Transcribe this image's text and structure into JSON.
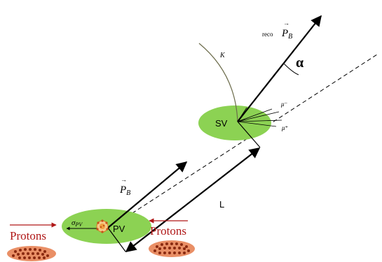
{
  "labels": {
    "pv": "PV",
    "sv": "SV",
    "sigma_pv": "σ",
    "sigma_pv_sub": "PV",
    "length": "L",
    "alpha": "α",
    "kaon": "K",
    "muon_minus": "μ⁻",
    "muon_plus": "μ⁺",
    "pb_symbol": "P",
    "pb_sub": "B",
    "pb_arrow": "→",
    "reco_prefix": "reco",
    "reco_symbol": "P",
    "reco_sub": "B",
    "reco_arrow": "→",
    "protons_left": "Protons",
    "protons_right": "Protons"
  },
  "colors": {
    "vertex_fill": "#8cd253",
    "proton_red": "#b01818",
    "proton_dot": "#8a2a10",
    "proton_blob": "#e98f66",
    "line": "#000000",
    "kaon_curve": "#6b6b4a"
  }
}
